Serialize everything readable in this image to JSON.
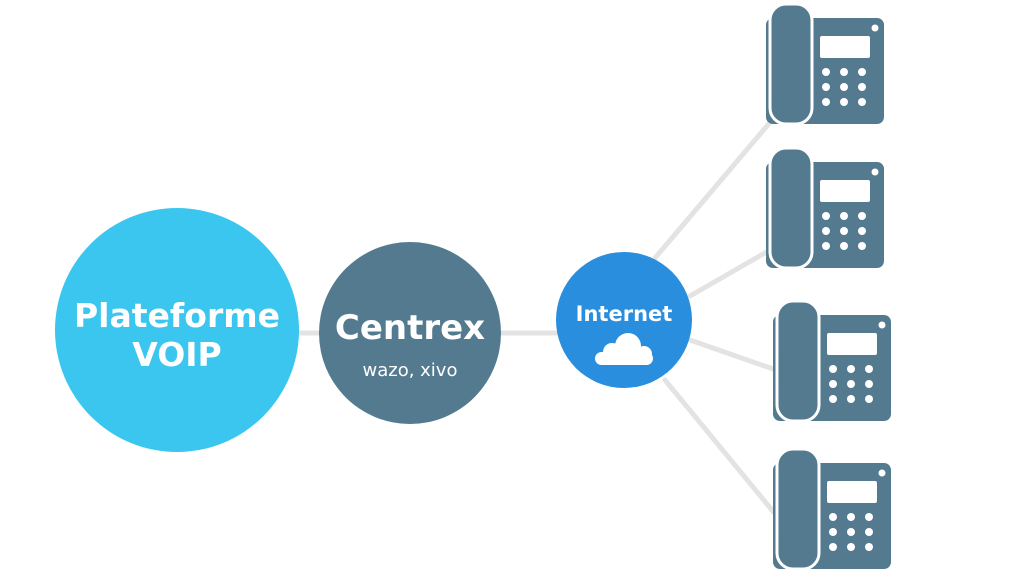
{
  "nodes": {
    "platform": {
      "line1": "Plateforme",
      "line2": "VOIP"
    },
    "centrex": {
      "title": "Centrex",
      "subtitle": "wazo, xivo"
    },
    "internet": {
      "title": "Internet"
    }
  },
  "colors": {
    "platform": "#3ac6ee",
    "centrex": "#547a8f",
    "internet": "#2a8ede",
    "phone": "#547a8f",
    "link": "#e3e3e3"
  },
  "icons": {
    "cloud": "cloud-icon",
    "phone": "desk-phone-icon"
  },
  "phones": [
    {
      "id": 1
    },
    {
      "id": 2
    },
    {
      "id": 3
    },
    {
      "id": 4
    }
  ]
}
